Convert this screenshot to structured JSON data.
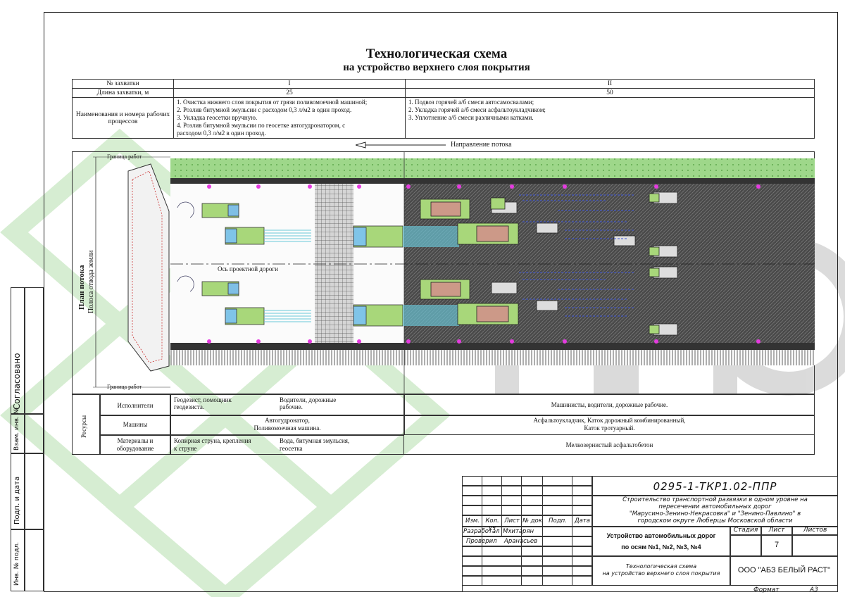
{
  "title": {
    "line1": "Технологическая схема",
    "line2": "на устройство верхнего слоя покрытия"
  },
  "process_table": {
    "row_num_label": "№ захватки",
    "row_len_label": "Длина захватки, м",
    "row_proc_label": "Наименования и номера рабочих процессов",
    "zone1": {
      "num": "I",
      "len": "25",
      "processes": [
        "1. Очистка нижнего слоя покрытия от грязи поливомоечной машиной;",
        "2. Розлив битумной эмульсии с расходом 0,3 л/м2 в один проход.",
        "3. Укладка геосетки вручную.",
        "4. Розлив битумной эмульсии по геосетке автогудронатором, с",
        "расходом 0,3 л/м2 в один проход."
      ]
    },
    "zone2": {
      "num": "II",
      "len": "50",
      "processes": [
        "1. Подвоз горячей а/б смеси автосамосвалами;",
        "2. Укладка горячей а/б смеси асфальтоукладчиком;",
        "3. Уплотнение а/б смеси различными катками."
      ]
    }
  },
  "flow_label": "Направление потока",
  "plan": {
    "title": "План потока",
    "subtitle": "Полоса отвода земли",
    "border_top": "Граница работ",
    "border_bottom": "Граница работ",
    "axis_label": "Ось проектной дороги"
  },
  "resources": {
    "group_label": "Ресурсы",
    "rows": [
      {
        "label": "Исполнители",
        "z1a": "Геодезист, помощник геодезиста.",
        "z1b": "Водители, дорожные рабочие.",
        "z2": "Машинисты, водители, дорожные рабочие."
      },
      {
        "label": "Машины",
        "z1a": "Автогудронатор,",
        "z1b": "Поливомоечная машина.",
        "z2a": "Асфальтоукладчик, Каток дорожный комбинированный,",
        "z2b": "Каток тротуарный."
      },
      {
        "label": "Материалы и оборудование",
        "z1a": "Копирная струна, крепления к струне",
        "z1b": "Вода, битумная эмульсия, геосетка",
        "z2": "Мелкозернистый асфальтобетон"
      }
    ]
  },
  "side_stamp": {
    "agreed": "Согласовано",
    "vzam": "Взам. инв. №",
    "podp": "Подп. и дата",
    "inv": "Инв. № подл."
  },
  "stamp": {
    "code": "0295-1-ТКР1.02-ППР",
    "project_lines": [
      "Строительство транспортной развязки в одном уровне на",
      "пересечении автомобильных дорог",
      "\"Марусино-Зенино-Некрасовка\" и \"Зенино-Павлино\" в",
      "городском округе Люберцы Московской области"
    ],
    "headers": [
      "Изм.",
      "Кол. уч",
      "Лист",
      "№ док",
      "Подп.",
      "Дата"
    ],
    "developed_label": "Разработал",
    "developed_name": "Мхитарян",
    "checked_label": "Проверил",
    "checked_name": "Аранасьев",
    "section_line1": "Устройство автомобильных дорог",
    "section_line2": "по осям №1, №2, №3, №4",
    "stage_label": "Стадия",
    "sheet_label": "Лист",
    "sheets_label": "Листов",
    "sheet_value": "7",
    "drawing_line1": "Технологическая схема",
    "drawing_line2": "на устройство верхнего слоя покрытия",
    "company": "ООО \"АБЗ БЕЛЫЙ РАСТ\"",
    "format_label": "Формат",
    "format_value": "А3"
  },
  "colors": {
    "asphalt": "#5e5e5e",
    "grass": "#8ed07a",
    "machine_green": "#9ccf6a",
    "marker": "#e53be0",
    "watermark": "#b5dcb0"
  }
}
